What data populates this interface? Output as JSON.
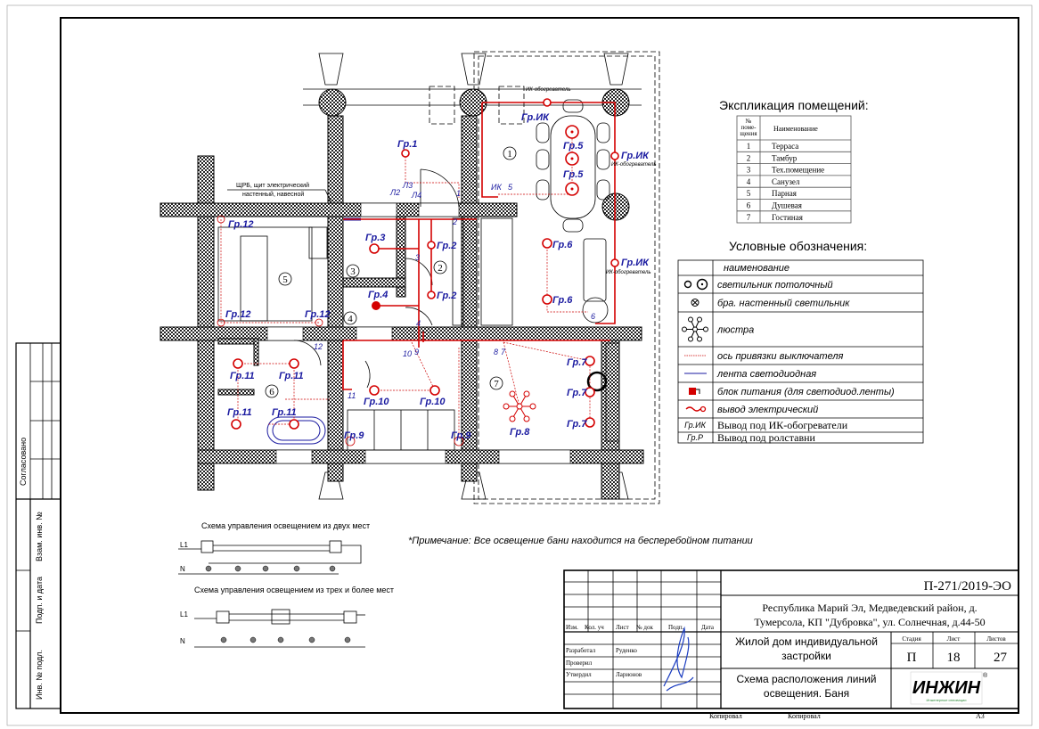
{
  "sheet": {
    "note": "*Примечание: Все освещение бани находится на бесперебойном питании",
    "shrb_label_1": "ЩРБ, щит электрический",
    "shrb_label_2": "настенный, навесной",
    "ik_heater": "ИК-обогреватель",
    "format": "А3",
    "copied_1": "Копировал",
    "copied_2": "Копировал"
  },
  "stamp_left": {
    "agreed": "Согласовано",
    "vzam": "Взам. инв. №",
    "podp": "Подп. и дата",
    "inv": "Инв. № подл."
  },
  "explication": {
    "title": "Экспликация помещений:",
    "col_no": "№ поме-щения",
    "col_name": "Наименование",
    "rows": [
      {
        "no": "1",
        "name": "Терраса"
      },
      {
        "no": "2",
        "name": "Тамбур"
      },
      {
        "no": "3",
        "name": "Тех.помещение"
      },
      {
        "no": "4",
        "name": "Санузел"
      },
      {
        "no": "5",
        "name": "Парная"
      },
      {
        "no": "6",
        "name": "Душевая"
      },
      {
        "no": "7",
        "name": "Гостиная"
      }
    ]
  },
  "legend": {
    "title": "Условные обозначения:",
    "header": "наименование",
    "items": [
      {
        "icon": "ceiling-lamp-icon",
        "text": "светильник потолочный"
      },
      {
        "icon": "wall-lamp-icon",
        "text": "бра. настенный светильник"
      },
      {
        "icon": "chandelier-icon",
        "text": "люстра"
      },
      {
        "icon": "switch-axis-icon",
        "text": "ось привязки выключателя"
      },
      {
        "icon": "led-strip-icon",
        "text": "лента светодиодная"
      },
      {
        "icon": "power-supply-icon",
        "text": "блок питания (для светодиод.ленты)"
      },
      {
        "icon": "electric-outlet-icon",
        "text": "вывод электрический"
      },
      {
        "code": "Гр.ИК",
        "text": "Вывод под ИК-обогреватели"
      },
      {
        "code": "Гр.Р",
        "text": "Вывод под ролставни"
      }
    ]
  },
  "plan": {
    "rooms": [
      "1",
      "2",
      "3",
      "4",
      "5",
      "6",
      "7"
    ],
    "groups": {
      "g1": "Гр.1",
      "g2": "Гр.2",
      "g3": "Гр.3",
      "g4": "Гр.4",
      "g5": "Гр.5",
      "g6": "Гр.6",
      "g7": "Гр.7",
      "g8": "Гр.8",
      "g9": "Гр.9",
      "g10": "Гр.10",
      "g11": "Гр.11",
      "g12": "Гр.12",
      "gik": "Гр.ИК"
    },
    "switches": [
      "1",
      "2",
      "3",
      "4",
      "5",
      "6",
      "7",
      "8",
      "9",
      "10",
      "11",
      "12"
    ],
    "switch_labels": {
      "l2": "Л2",
      "l3": "Л3",
      "l4": "Л4",
      "ik": "ИК"
    }
  },
  "schemes": {
    "two_places": "Схема управления освещением из двух мест",
    "three_places": "Схема управления освещением из трех и более мест",
    "l1": "L1",
    "n": "N"
  },
  "title_block": {
    "code": "П-271/2019-ЭО",
    "address_1": "Республика Марий Эл, Медведевский район, д.",
    "address_2": "Тумерсола, КП \"Дубровка\", ул. Солнечная, д.44-50",
    "object_1": "Жилой дом индивидуальной",
    "object_2": "застройки",
    "sheet_title_1": "Схема расположения линий",
    "sheet_title_2": "освещения. Баня",
    "cols": {
      "izm": "Изм.",
      "kol": "Кол. уч",
      "list": "Лист",
      "ndok": "№ док",
      "podp": "Подп.",
      "data": "Дата"
    },
    "stage_h": "Стадия",
    "sheet_h": "Лист",
    "sheets_h": "Листов",
    "stage": "П",
    "sheet": "18",
    "sheets": "27",
    "roles": [
      {
        "role": "Разработал",
        "name": "Руденко"
      },
      {
        "role": "Проверил",
        "name": ""
      },
      {
        "role": "Утвердил",
        "name": "Ларионов"
      }
    ],
    "logo": "ИНЖИН",
    "logo_sub": "Инженерные инновации"
  },
  "colors": {
    "wire": "#d40000",
    "labels": "#1a1aa0",
    "logo_green": "#2e8b3a"
  }
}
